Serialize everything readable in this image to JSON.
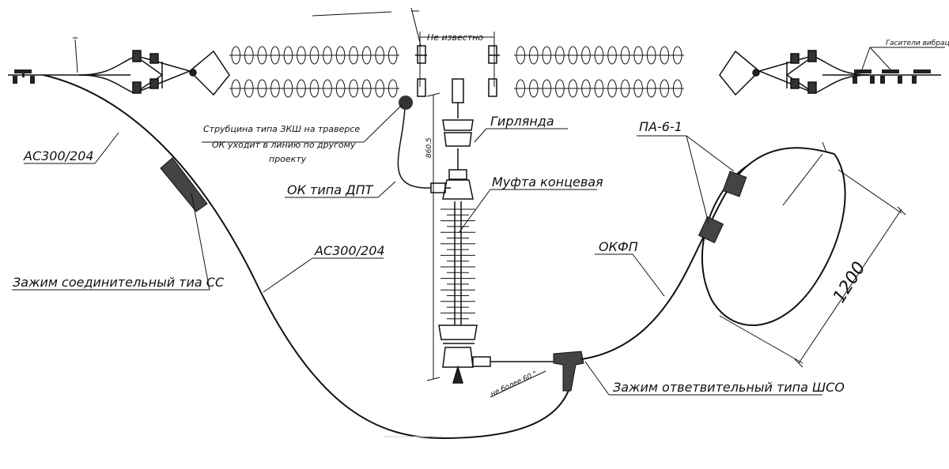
{
  "labels": {
    "ne_izvestno": "Не известно",
    "gasiteli": "Гасители вибрации",
    "garlanda": "Гирлянда",
    "pa61": "ПА-6-1",
    "as_left": "АС300/204",
    "as_mid": "АС300/204",
    "strubcina_1": "Струбцина типа ЗКШ на траверсе",
    "strubcina_2": "ОК уходит в линию по другому",
    "strubcina_3": "проекту",
    "ok_dpt": "ОК типа ДПТ",
    "mufta": "Муфта концевая",
    "okfp": "ОКФП",
    "zazhim_soed": "Зажим соединительный тиа СС",
    "zazhim_otv": "Зажим ответвительный типа ШСО",
    "ne_bolee": "не более 60 °",
    "dim_8605": "860.5",
    "dim_1200": "1200"
  },
  "colors": {
    "line": "#111111",
    "fill_gray": "#444444",
    "insulator": "#222222"
  },
  "icons": [
    "cable-joint-icon",
    "branch-clamp-icon",
    "insulator-string-icon",
    "vibration-damper-icon",
    "end-sleeve-icon",
    "clamp-ball-icon"
  ]
}
